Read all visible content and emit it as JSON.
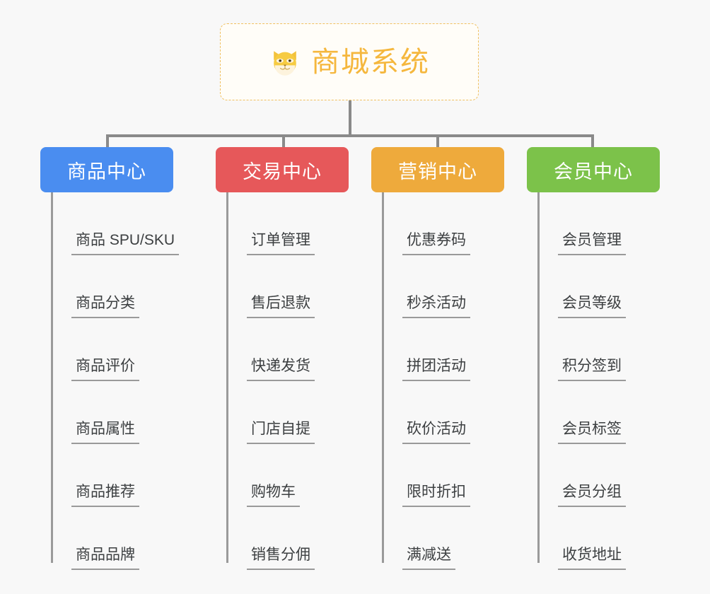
{
  "background_color": "#f8f8f8",
  "root": {
    "icon": "shiba-dog-icon",
    "title": "商城系统",
    "title_color": "#f5b73d",
    "border_color": "#f0c060",
    "background": "#fffdf8"
  },
  "columns": [
    {
      "id": "product-center",
      "title": "商品中心",
      "color": "#4a8df0",
      "items": [
        "商品 SPU/SKU",
        "商品分类",
        "商品评价",
        "商品属性",
        "商品推荐",
        "商品品牌"
      ]
    },
    {
      "id": "trade-center",
      "title": "交易中心",
      "color": "#e6585a",
      "items": [
        "订单管理",
        "售后退款",
        "快递发货",
        "门店自提",
        "购物车",
        "销售分佣"
      ]
    },
    {
      "id": "marketing-center",
      "title": "营销中心",
      "color": "#eeaa3c",
      "items": [
        "优惠券码",
        "秒杀活动",
        "拼团活动",
        "砍价活动",
        "限时折扣",
        "满减送"
      ]
    },
    {
      "id": "member-center",
      "title": "会员中心",
      "color": "#7cc24a",
      "items": [
        "会员管理",
        "会员等级",
        "积分签到",
        "会员标签",
        "会员分组",
        "收货地址"
      ]
    }
  ],
  "connector_color": "#8a8a8a",
  "leaf_text_color": "#3c3f41",
  "leaf_underline_color": "#9a9a9a"
}
